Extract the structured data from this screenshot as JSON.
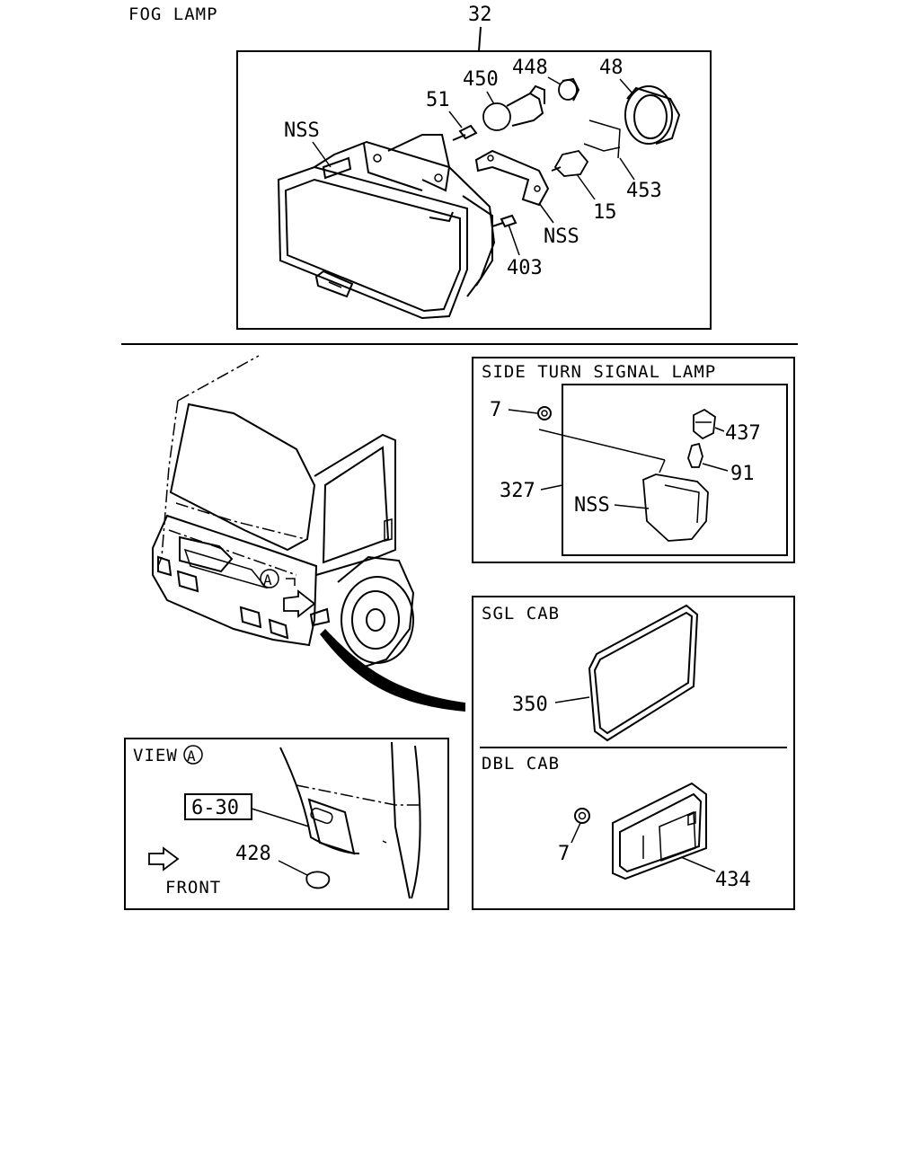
{
  "sections": {
    "fog_lamp": "FOG LAMP",
    "side_turn_signal_lamp": "SIDE TURN SIGNAL LAMP",
    "sgl_cab": "SGL CAB",
    "dbl_cab": "DBL CAB",
    "view_a": "VIEW",
    "view_marker": "A",
    "front": "FRONT"
  },
  "callouts": {
    "fog_assembly": "32",
    "bulb_450": "450",
    "socket_448": "448",
    "ring_48": "48",
    "screw_51": "51",
    "nss_housing": "NSS",
    "nss_bracket": "NSS",
    "clip_453": "453",
    "bulb_15": "15",
    "screw_403": "403",
    "nut_7_side": "7",
    "socket_437": "437",
    "bulb_91": "91",
    "assembly_327": "327",
    "nss_lens": "NSS",
    "reflector_350": "350",
    "nut_7_dbl": "7",
    "lamp_434": "434",
    "ref_6_30": "6-30",
    "plug_428": "428"
  }
}
